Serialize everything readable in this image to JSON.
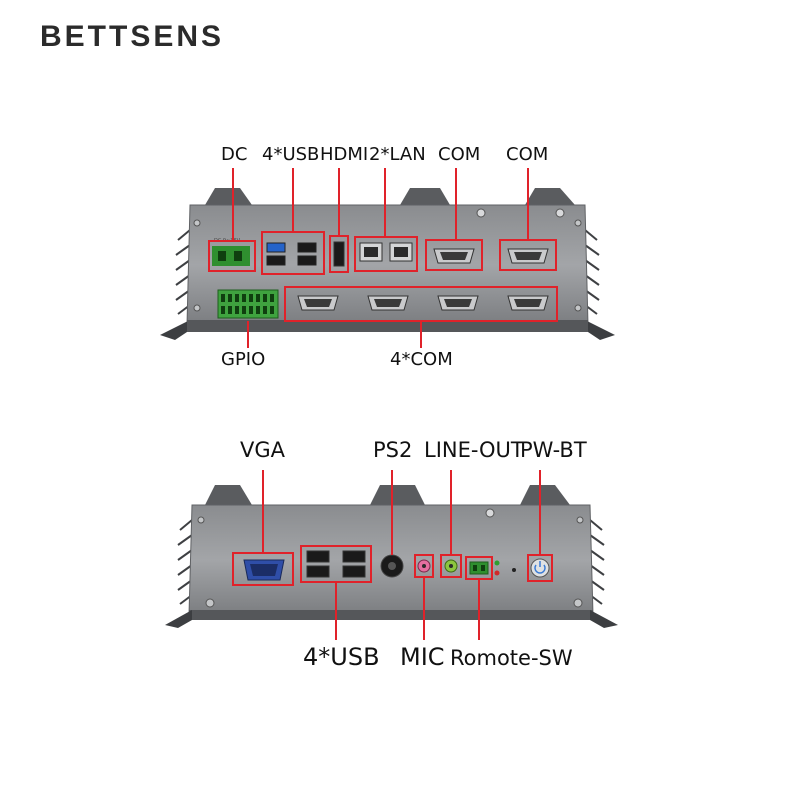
{
  "brand": {
    "logo_text": "BETTSENS"
  },
  "top_panel": {
    "labels": {
      "dc": "DC",
      "usb": "4*USB",
      "hdmi": "HDMI",
      "lan": "2*LAN",
      "com1": "COM",
      "com2": "COM",
      "gpio": "GPIO",
      "com4": "4*COM"
    }
  },
  "bottom_panel": {
    "labels": {
      "vga": "VGA",
      "ps2": "PS2",
      "lineout": "LINE-OUT",
      "pwbt": "PW-BT",
      "usb": "4*USB",
      "mic": "MIC",
      "remote": "Romote-SW"
    }
  },
  "colors": {
    "highlight": "#e0222a",
    "chassis": "#7b7d80",
    "chassis_dark": "#4a4c4f"
  }
}
